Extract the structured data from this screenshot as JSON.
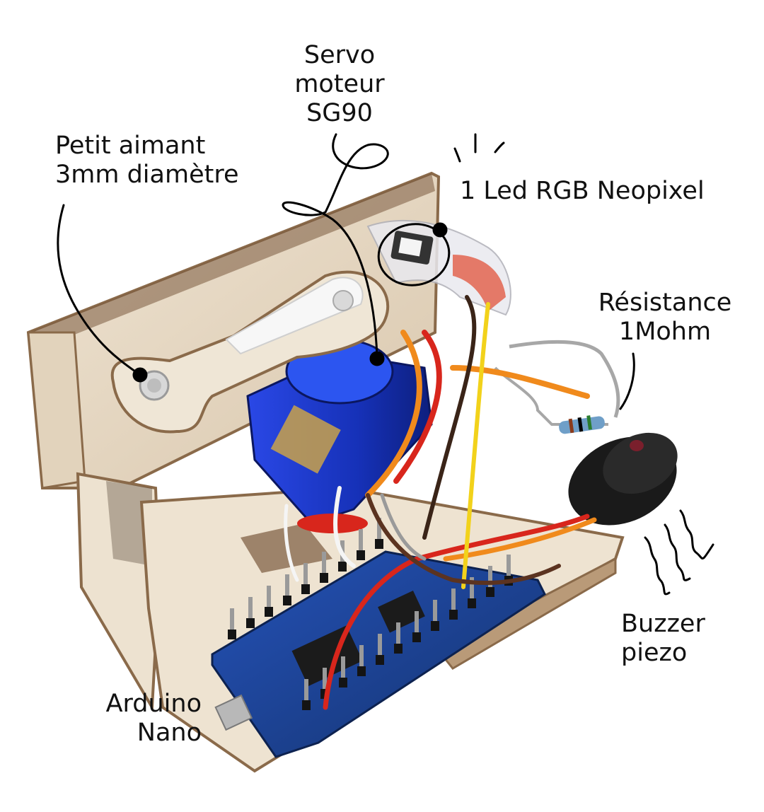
{
  "labels": {
    "servo": {
      "line1": "Servo",
      "line2": "moteur",
      "line3": "SG90"
    },
    "magnet": {
      "line1": "Petit aimant",
      "line2": "3mm diamètre"
    },
    "led": {
      "text": "1 Led RGB Neopixel"
    },
    "resistor": {
      "line1": "Résistance",
      "line2": "1Mohm"
    },
    "buzzer": {
      "line1": "Buzzer",
      "line2": "piezo"
    },
    "arduino": {
      "line1": "Arduino",
      "line2": "Nano"
    }
  },
  "colors": {
    "wood": "#e9dcc8",
    "wood_edge": "#8a6a4a",
    "servo_blue": "#1f3fd6",
    "pcb_blue": "#1c3f8f",
    "buzzer_black": "#1a1a1a",
    "wire_red": "#d8261c",
    "wire_orange": "#f08a1c",
    "wire_brown": "#5b3320",
    "wire_yellow": "#f2d21b",
    "annotation_ink": "#000000"
  }
}
